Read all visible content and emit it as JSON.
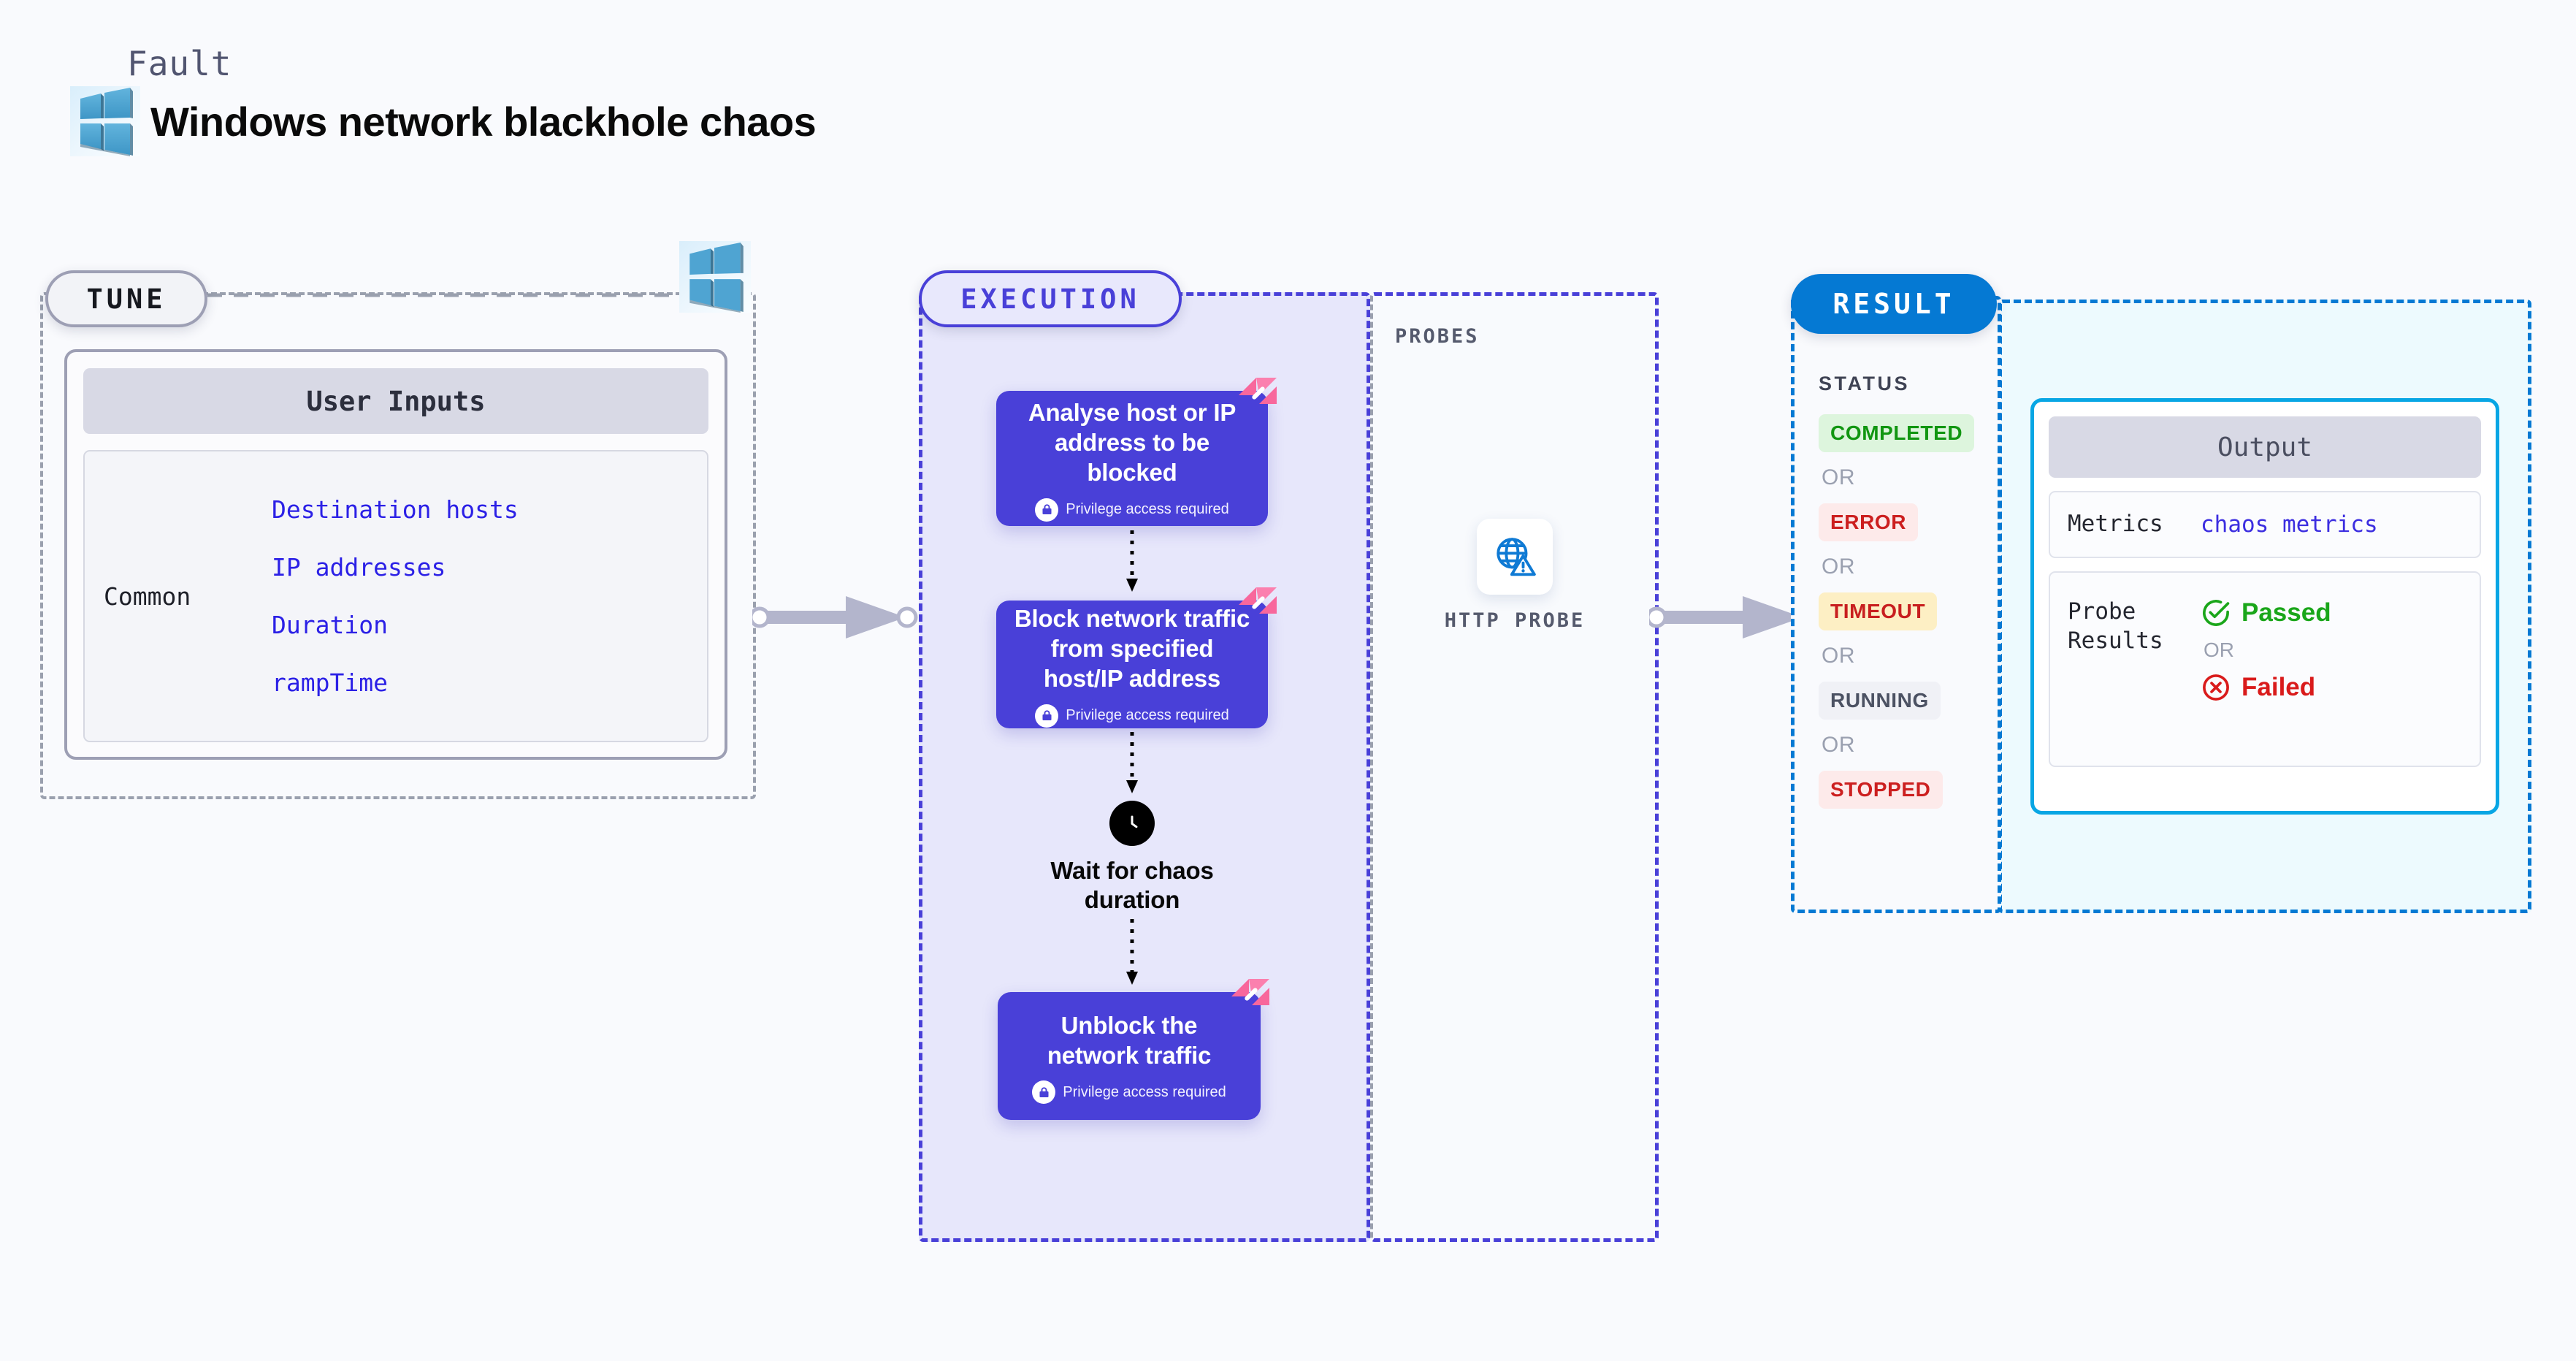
{
  "page": {
    "background": "#f9fafd"
  },
  "header": {
    "kicker": "Fault",
    "title": "Windows network blackhole chaos",
    "icon": "windows-logo-icon"
  },
  "sections": {
    "tune": {
      "badge": "TUNE",
      "badge_border_color": "#9d9fb4",
      "card": {
        "header": "User Inputs",
        "group_label": "Common",
        "items": [
          "Destination hosts",
          "IP addresses",
          "Duration",
          "rampTime"
        ],
        "item_color": "#2b20e6"
      }
    },
    "execution": {
      "badge": "EXECUTION",
      "accent_color": "#4940d8",
      "background": "#e7e7fb",
      "privilege_note": "Privilege access required",
      "steps": [
        {
          "title": "Analyse host or IP address to be blocked",
          "privileged": true,
          "badge_icon": "litmus-chaos-icon"
        },
        {
          "title": "Block network traffic from specified host/IP address",
          "privileged": true,
          "badge_icon": "litmus-chaos-icon"
        }
      ],
      "wait": {
        "label": "Wait for chaos duration",
        "icon": "clock-icon"
      },
      "final_step": {
        "title": "Unblock the network traffic",
        "privileged": true,
        "badge_icon": "litmus-chaos-icon"
      }
    },
    "probes": {
      "label": "PROBES",
      "items": [
        {
          "caption": "HTTP PROBE",
          "icon": "globe-warning-icon",
          "icon_color": "#0f7ad4"
        }
      ]
    },
    "result": {
      "badge": "RESULT",
      "badge_color": "#0579d3",
      "status_heading": "STATUS",
      "or_label": "OR",
      "statuses": [
        {
          "label": "COMPLETED",
          "text_color": "#119611",
          "bg_color": "#ddf5dd"
        },
        {
          "label": "ERROR",
          "text_color": "#cc1f1f",
          "bg_color": "#fdeaea"
        },
        {
          "label": "TIMEOUT",
          "text_color": "#c81f1f",
          "bg_color": "#fdefc4"
        },
        {
          "label": "RUNNING",
          "text_color": "#4c5263",
          "bg_color": "#f0f1f6"
        },
        {
          "label": "STOPPED",
          "text_color": "#cc1f1f",
          "bg_color": "#fdeaea"
        }
      ],
      "output": {
        "header": "Output",
        "border_color": "#08a6e4",
        "rows": [
          {
            "key": "Metrics",
            "value": "chaos metrics",
            "value_color": "#3b2de0"
          }
        ],
        "probe_results": {
          "key": "Probe Results",
          "passed": "Passed",
          "failed": "Failed",
          "or_label": "OR",
          "passed_color": "#1aa61a",
          "failed_color": "#d91b1b"
        }
      }
    }
  }
}
